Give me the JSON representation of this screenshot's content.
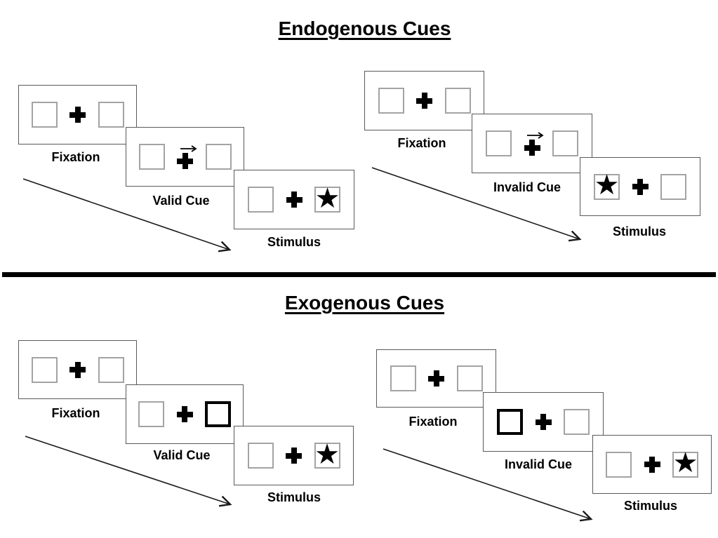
{
  "icons": {
    "star": "★"
  },
  "colors": {
    "background": "#ffffff",
    "divider": "#000000",
    "panel_border": "#595959",
    "box_border": "#a3a3a3",
    "highlight_box_border": "#000000",
    "cross": "#000000",
    "star": "#000000",
    "text": "#000000"
  },
  "sections": [
    {
      "title": "Endogenous Cues",
      "groups": [
        {
          "name": "valid-trial",
          "panels": [
            {
              "label": "Fixation",
              "left_box": "empty",
              "center": "cross",
              "right_box": "empty"
            },
            {
              "label": "Valid Cue",
              "left_box": "empty",
              "center": "cross-with-right-arrow",
              "right_box": "empty"
            },
            {
              "label": "Stimulus",
              "left_box": "empty",
              "center": "cross",
              "right_box": "star"
            }
          ]
        },
        {
          "name": "invalid-trial",
          "panels": [
            {
              "label": "Fixation",
              "left_box": "empty",
              "center": "cross",
              "right_box": "empty"
            },
            {
              "label": "Invalid Cue",
              "left_box": "empty",
              "center": "cross-with-right-arrow",
              "right_box": "empty"
            },
            {
              "label": "Stimulus",
              "left_box": "star",
              "center": "cross",
              "right_box": "empty"
            }
          ]
        }
      ]
    },
    {
      "title": "Exogenous Cues",
      "groups": [
        {
          "name": "valid-trial",
          "panels": [
            {
              "label": "Fixation",
              "left_box": "empty",
              "center": "cross",
              "right_box": "empty"
            },
            {
              "label": "Valid Cue",
              "left_box": "empty",
              "center": "cross",
              "right_box": "highlighted"
            },
            {
              "label": "Stimulus",
              "left_box": "empty",
              "center": "cross",
              "right_box": "star"
            }
          ]
        },
        {
          "name": "invalid-trial",
          "panels": [
            {
              "label": "Fixation",
              "left_box": "empty",
              "center": "cross",
              "right_box": "empty"
            },
            {
              "label": "Invalid Cue",
              "left_box": "highlighted",
              "center": "cross",
              "right_box": "empty"
            },
            {
              "label": "Stimulus",
              "left_box": "empty",
              "center": "cross",
              "right_box": "star"
            }
          ]
        }
      ]
    }
  ]
}
